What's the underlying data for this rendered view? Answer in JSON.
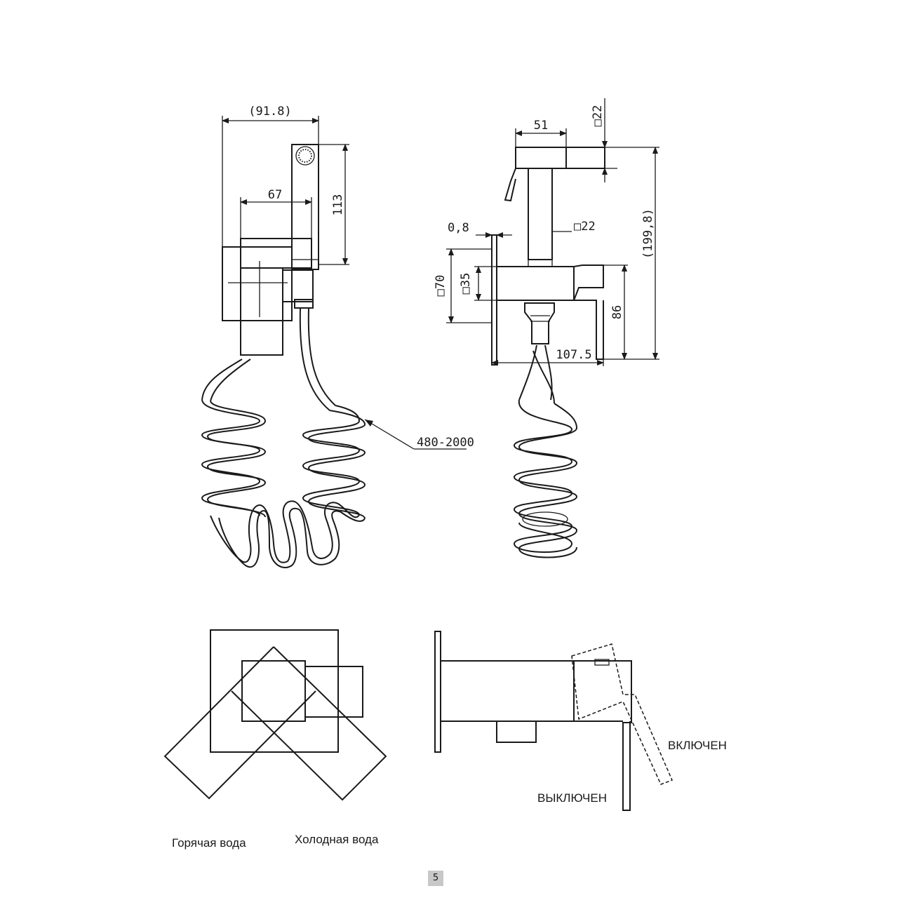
{
  "dimensions": {
    "front_width": "(91.8)",
    "front_handle_offset": "67",
    "front_head_height": "113",
    "hose_length": "480-2000",
    "side_head_depth": "51",
    "side_head_square_top": "□22",
    "side_total_height": "(199,8)",
    "side_neck_square": "□22",
    "side_flange_gap": "0,8",
    "side_flange_square": "□70",
    "side_body_square": "□35",
    "side_body_height": "86",
    "side_body_depth": "107.5"
  },
  "labels": {
    "state_on": "ВКЛЮЧЕН",
    "state_off": "ВЫКЛЮЧЕН",
    "hot_water": "Горячая вода",
    "cold_water": "Холодная вода"
  },
  "page_number": "5"
}
